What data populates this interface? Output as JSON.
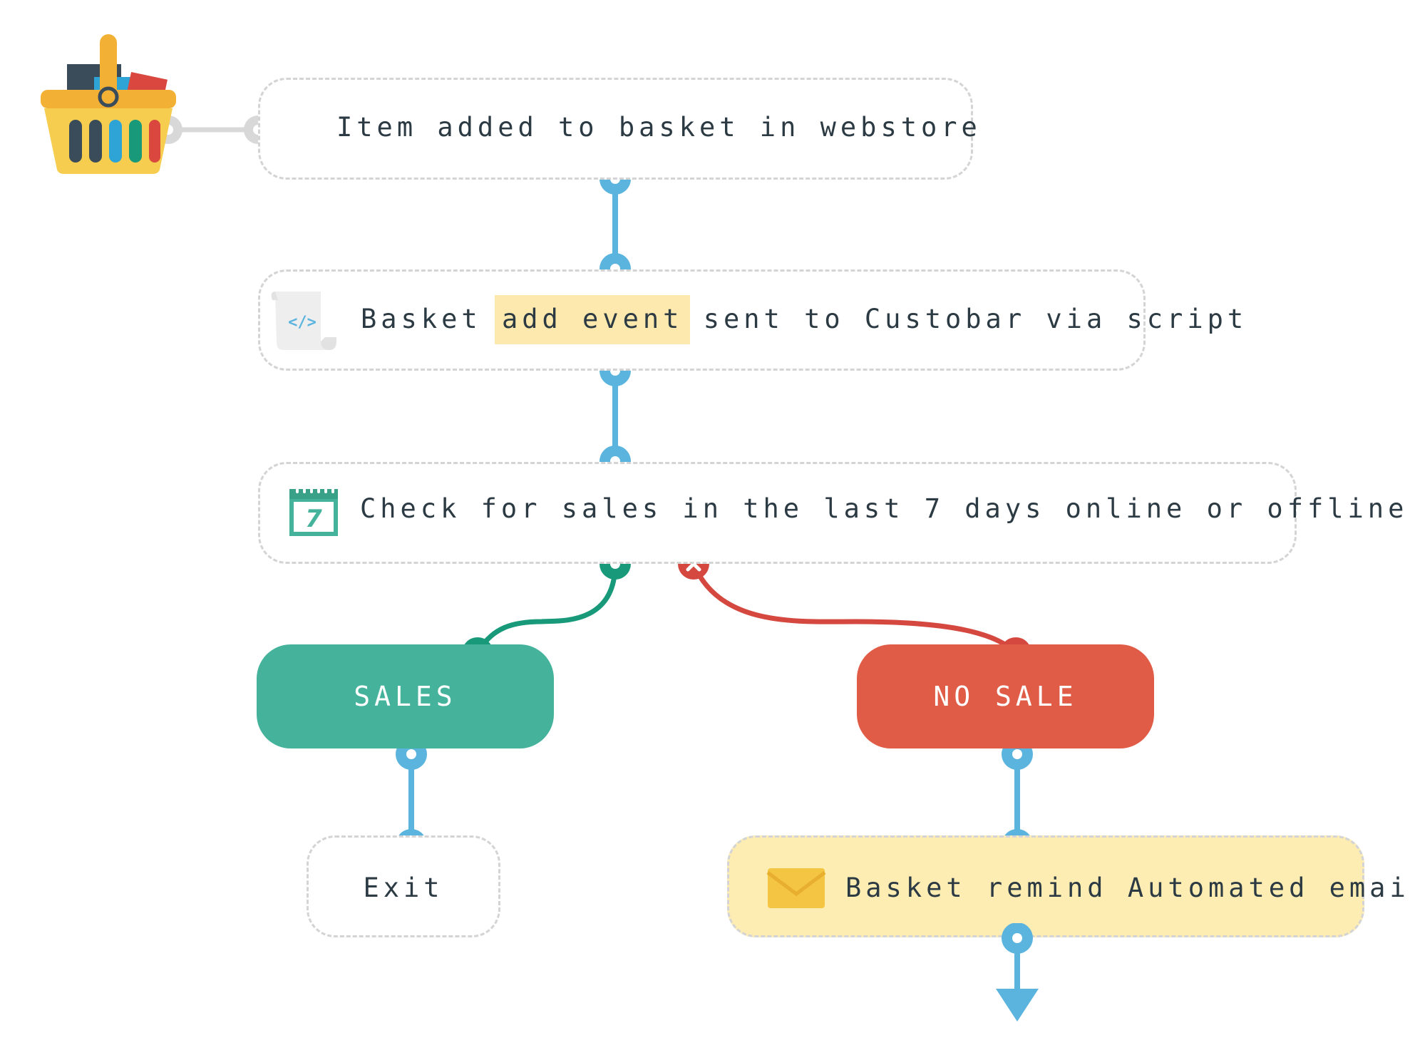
{
  "nodes": {
    "trigger": {
      "label": "Item added to basket in webstore",
      "icon": "basket-icon"
    },
    "event": {
      "label_before": "Basket ",
      "label_highlight": "add event",
      "label_after": " sent to Custobar via script",
      "icon": "script-scroll-icon",
      "icon_text": "</>"
    },
    "check": {
      "label": "Check for sales in the last 7 days online or offline",
      "icon": "calendar-icon",
      "icon_text": "7"
    },
    "sales": {
      "label": "SALES",
      "color": "#45b39b"
    },
    "no_sale": {
      "label": "NO SALE",
      "color": "#e05c47"
    },
    "exit": {
      "label": "Exit"
    },
    "email": {
      "label": "Basket remind Automated email",
      "icon": "envelope-icon",
      "bg": "#fdedb3"
    }
  },
  "colors": {
    "flow": "#5ab4de",
    "yes": "#17997a",
    "no": "#d4483f",
    "trigger_connector": "#d8d8d8",
    "dashed_border": "#d4d4d4"
  }
}
